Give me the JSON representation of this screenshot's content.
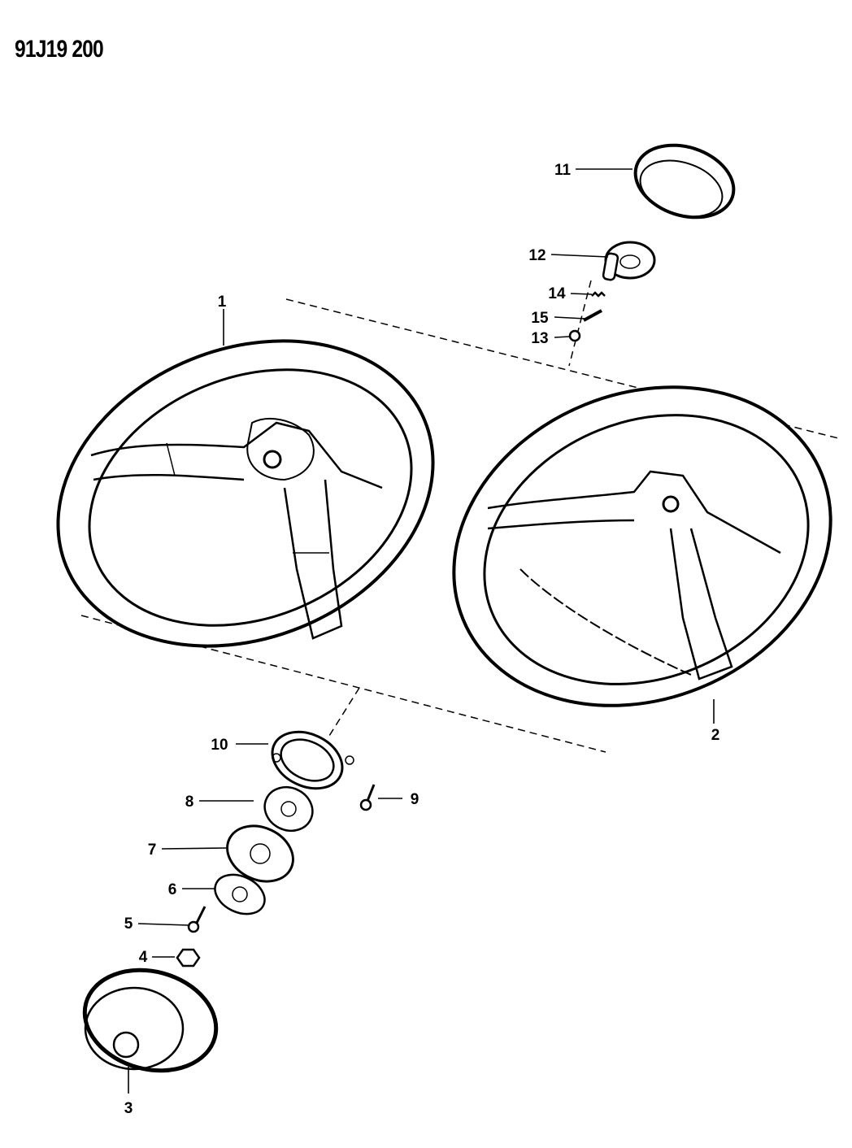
{
  "diagram_code": "91J19 200",
  "callouts": {
    "c1": "1",
    "c2": "2",
    "c3": "3",
    "c4": "4",
    "c5": "5",
    "c6": "6",
    "c7": "7",
    "c8": "8",
    "c9": "9",
    "c10": "10",
    "c11": "11",
    "c12": "12",
    "c13": "13",
    "c14": "14",
    "c15": "15"
  }
}
